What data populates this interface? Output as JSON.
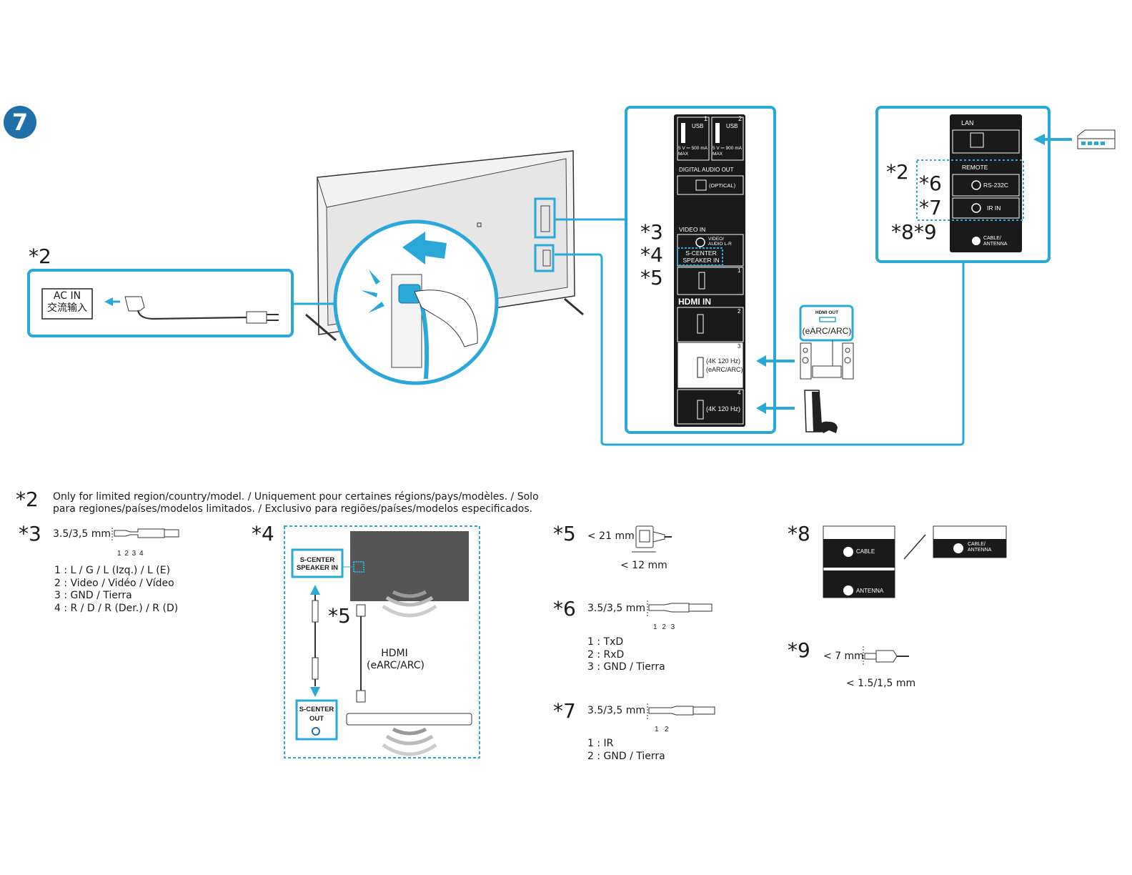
{
  "step": "7",
  "colors": {
    "accent": "#2aa8d8",
    "badge": "#1f6fa8",
    "panel": "#1a1a1a"
  },
  "ac_in": {
    "marker": "*2",
    "label_en": "AC IN",
    "label_cn": "交流输入"
  },
  "terminal_panel": {
    "usb1_num": "1",
    "usb2_num": "2",
    "usb_label": "USB",
    "usb1_rating": "5 V ⎓ 500 mA MAX",
    "usb2_rating": "5 V ⎓ 900 mA MAX",
    "digital_audio": "DIGITAL AUDIO OUT",
    "optical": "(OPTICAL)",
    "video_in": "VIDEO IN",
    "video_audio": "VIDEO/ AUDIO L-R",
    "scenter_in": "S-CENTER SPEAKER IN",
    "hdmi_in": "HDMI IN",
    "hdmi_nums": [
      "1",
      "2",
      "3",
      "4"
    ],
    "hdmi3_note": "(4K 120 Hz) (eARC/ARC)",
    "hdmi4_note": "(4K 120 Hz)",
    "markers": [
      "*3",
      "*4",
      "*5"
    ]
  },
  "right_panel": {
    "lan": "LAN",
    "remote": "REMOTE",
    "rs232c": "RS-232C",
    "ir_in": "IR IN",
    "cable_antenna": "CABLE/ ANTENNA",
    "markers": [
      "*2",
      "*6",
      "*7",
      "*8*9"
    ]
  },
  "devices": {
    "hdmi_out": "HDMI OUT",
    "earc": "(eARC/ARC)"
  },
  "notes": {
    "n2_marker": "*2",
    "n2_line1": "Only for limited region/country/model. / Uniquement pour certaines régions/pays/modèles. / Solo",
    "n2_line2": "para regiones/países/modelos limitados. / Exclusivo para regiões/países/modelos especificados.",
    "n3_marker": "*3",
    "n3_size": "3.5/3,5 mm",
    "n3_pin_nums": "1 2 3 4",
    "n3_pins": [
      "1 : L / G / L (Izq.) / L (E)",
      "2 : Video / Vidéo / Vídeo",
      "3 : GND / Tierra",
      "4 : R / D / R (Der.) / R (D)"
    ],
    "n4_marker": "*4",
    "n4_scenter_in": "S-CENTER SPEAKER IN",
    "n4_scenter_out": "S-CENTER OUT",
    "n4_marker5": "*5",
    "n4_hdmi": "HDMI",
    "n4_earc": "(eARC/ARC)",
    "n5_marker": "*5",
    "n5_width": "< 21 mm",
    "n5_depth": "< 12 mm",
    "n6_marker": "*6",
    "n6_size": "3.5/3,5 mm",
    "n6_pin_nums": "1 2 3",
    "n6_pins": [
      "1 : TxD",
      "2 : RxD",
      "3 : GND / Tierra"
    ],
    "n7_marker": "*7",
    "n7_size": "3.5/3,5 mm",
    "n7_pin_nums": "1   2",
    "n7_pins": [
      "1 : IR",
      "2 : GND / Tierra"
    ],
    "n8_marker": "*8",
    "n8_cable": "CABLE",
    "n8_antenna": "ANTENNA",
    "n8_cable_antenna": "CABLE/ ANTENNA",
    "n9_marker": "*9",
    "n9_len": "< 7 mm",
    "n9_pin": "< 1.5/1,5 mm"
  }
}
